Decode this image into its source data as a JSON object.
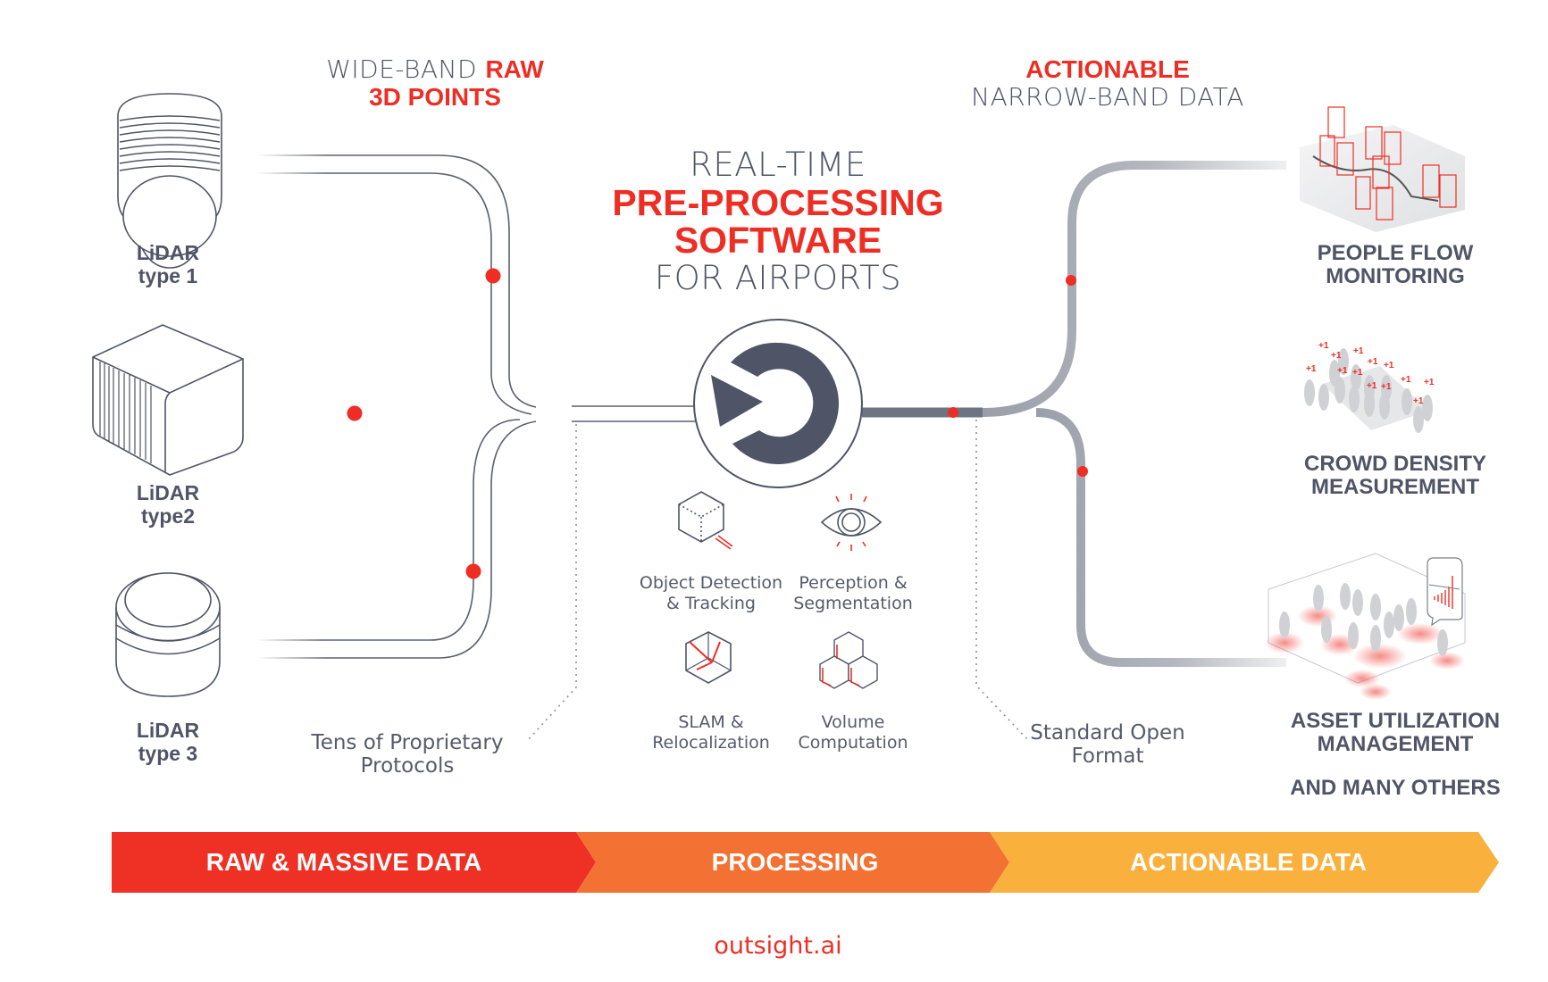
{
  "header_left": {
    "line1_plain": "WIDE-BAND ",
    "line1_accent": "RAW",
    "line2_accent": "3D POINTS"
  },
  "header_right": {
    "line1_accent": "ACTIONABLE",
    "line2_plain": "NARROW-BAND DATA"
  },
  "title": {
    "line1": "REAL-TIME",
    "line2": "PRE-PROCESSING",
    "line3": "SOFTWARE",
    "line4": "FOR AIRPORTS"
  },
  "sensors": [
    {
      "name": "LiDAR",
      "type": "type 1",
      "icon": "dome-lidar-icon"
    },
    {
      "name": "LiDAR",
      "type": "type2",
      "icon": "box-lidar-icon"
    },
    {
      "name": "LiDAR",
      "type": "type 3",
      "icon": "puck-lidar-icon"
    }
  ],
  "annotations": {
    "input": {
      "line1": "Tens of Proprietary",
      "line2": "Protocols"
    },
    "output": {
      "line1": "Standard Open",
      "line2": "Format"
    }
  },
  "capabilities": [
    {
      "line1": "Object Detection",
      "line2": "& Tracking",
      "icon": "cube-detection-icon"
    },
    {
      "line1": "Perception &",
      "line2": "Segmentation",
      "icon": "eye-icon"
    },
    {
      "line1": "SLAM &",
      "line2": "Relocalization",
      "icon": "slam-axes-icon"
    },
    {
      "line1": "Volume",
      "line2": "Computation",
      "icon": "stacked-cubes-icon"
    }
  ],
  "use_cases": [
    {
      "line1": "PEOPLE FLOW",
      "line2": "MONITORING",
      "icon": "people-flow-illustration"
    },
    {
      "line1": "CROWD DENSITY",
      "line2": "MEASUREMENT",
      "icon": "crowd-density-illustration",
      "badge": "+1"
    },
    {
      "line1": "ASSET UTILIZATION",
      "line2": "MANAGEMENT",
      "icon": "asset-heatmap-illustration"
    }
  ],
  "many_others": "AND MANY OTHERS",
  "banner": [
    {
      "label": "RAW & MASSIVE DATA",
      "color": "#ee3124"
    },
    {
      "label": "PROCESSING",
      "color": "#f37133"
    },
    {
      "label": "ACTIONABLE DATA",
      "color": "#fab03d"
    }
  ],
  "footer": {
    "url": "outsight.ai"
  },
  "colors": {
    "accent_red": "#ee2e24",
    "text_grey": "#4f5566",
    "pipe_grey": "#9a9ea8"
  }
}
